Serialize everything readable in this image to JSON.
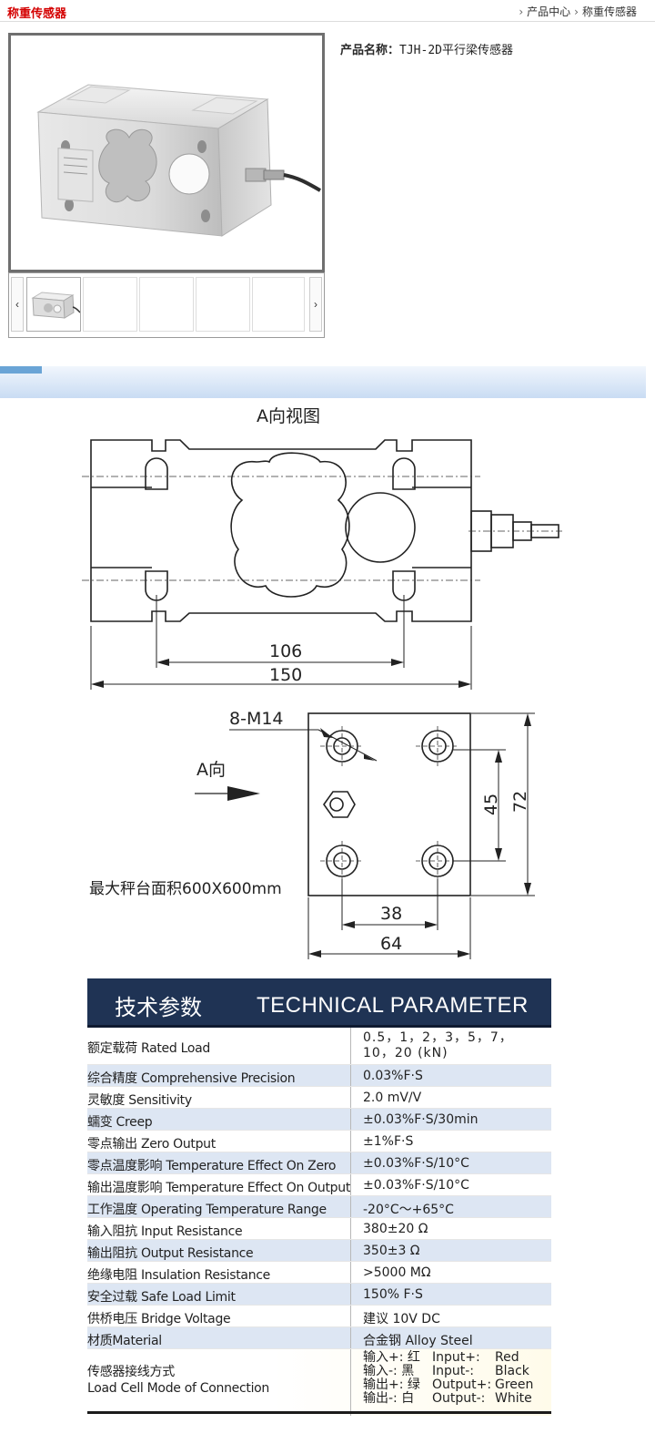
{
  "header": {
    "category_title": "称重传感器",
    "breadcrumb": [
      "产品中心",
      "称重传感器"
    ]
  },
  "product": {
    "name_label": "产品名称：",
    "name_value": "TJH-2D平行梁传感器",
    "nav_prev": "‹",
    "nav_next": "›"
  },
  "drawing": {
    "view_title": "A向视图",
    "dim_106": "106",
    "dim_150": "150",
    "thread_label": "8-M14",
    "direction_label": "A向",
    "dim_45": "45",
    "dim_72": "72",
    "dim_38": "38",
    "dim_64": "64",
    "platform_note": "最大秤台面积600X600mm"
  },
  "spec": {
    "title_cn": "技术参数",
    "title_en": "TECHNICAL PARAMETER",
    "rows": [
      {
        "k": "额定载荷 Rated Load",
        "v1": "0.5，1，2，3，5，7，",
        "v2": "10，20 (kN)"
      },
      {
        "k": "综合精度 Comprehensive Precision",
        "v": "0.03%F·S"
      },
      {
        "k": "灵敏度 Sensitivity",
        "v": "2.0 mV/V"
      },
      {
        "k": "蠕变 Creep",
        "v": "±0.03%F·S/30min"
      },
      {
        "k": "零点输出 Zero Output",
        "v": "±1%F·S"
      },
      {
        "k": "零点温度影响 Temperature Effect On Zero",
        "v": "±0.03%F·S/10°C"
      },
      {
        "k": "输出温度影响 Temperature Effect On Output",
        "v": "±0.03%F·S/10°C"
      },
      {
        "k": "工作温度 Operating Temperature Range",
        "v": "-20°C～+65°C"
      },
      {
        "k": "输入阻抗 Input Resistance",
        "v": " 380±20 Ω"
      },
      {
        "k": "输出阻抗 Output Resistance",
        "v": " 350±3  Ω"
      },
      {
        "k": "绝缘电阻 Insulation Resistance",
        "v": ">5000 MΩ"
      },
      {
        "k": "安全过载 Safe Load Limit",
        "v": "150% F·S"
      },
      {
        "k": "供桥电压 Bridge Voltage",
        "v": "建议 10V DC"
      },
      {
        "k": "材质Material",
        "v": "合金钢 Alloy Steel"
      }
    ],
    "wiring_label_cn": "传感器接线方式",
    "wiring_label_en": "Load Cell Mode of Connection",
    "wiring": [
      {
        "cn": "输入+: 红",
        "en": "Input+:",
        "color": "Red"
      },
      {
        "cn": "输入-: 黑",
        "en": "Input-:",
        "color": "Black"
      },
      {
        "cn": "输出+: 绿",
        "en": "Output+:",
        "color": "Green"
      },
      {
        "cn": "输出-: 白",
        "en": "Output-:",
        "color": "White"
      }
    ]
  }
}
